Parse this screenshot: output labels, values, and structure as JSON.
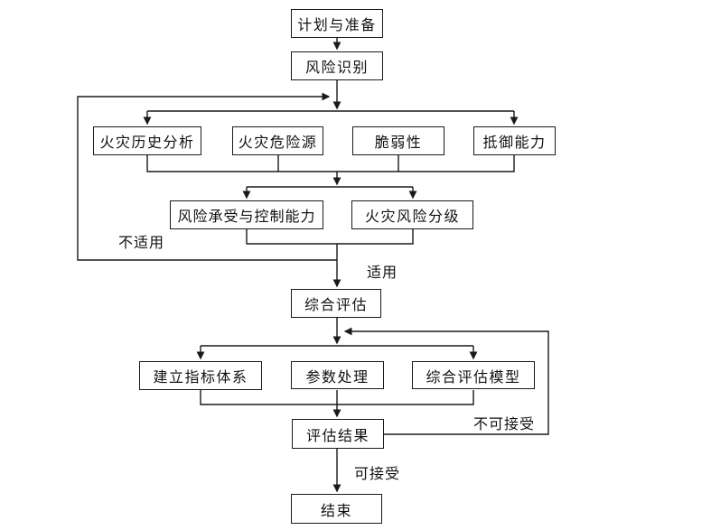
{
  "diagram": {
    "nodes": {
      "plan": {
        "label": "计划与准备"
      },
      "risk_identification": {
        "label": "风险识别"
      },
      "fire_history_analysis": {
        "label": "火灾历史分析"
      },
      "fire_hazard_source": {
        "label": "火灾危险源"
      },
      "vulnerability": {
        "label": "脆弱性"
      },
      "resistance_capability": {
        "label": "抵御能力"
      },
      "risk_tolerance_control": {
        "label": "风险承受与控制能力"
      },
      "fire_risk_grading": {
        "label": "火灾风险分级"
      },
      "comprehensive_assessment": {
        "label": "综合评估"
      },
      "indicator_system": {
        "label": "建立指标体系"
      },
      "parameter_processing": {
        "label": "参数处理"
      },
      "assessment_model": {
        "label": "综合评估模型"
      },
      "assessment_result": {
        "label": "评估结果"
      },
      "end": {
        "label": "结束"
      }
    },
    "edge_labels": {
      "not_applicable": "不适用",
      "applicable": "适用",
      "unacceptable": "不可接受",
      "acceptable": "可接受"
    },
    "colors": {
      "line": "#1a1a1a",
      "background": "#ffffff",
      "text": "#111111"
    }
  }
}
